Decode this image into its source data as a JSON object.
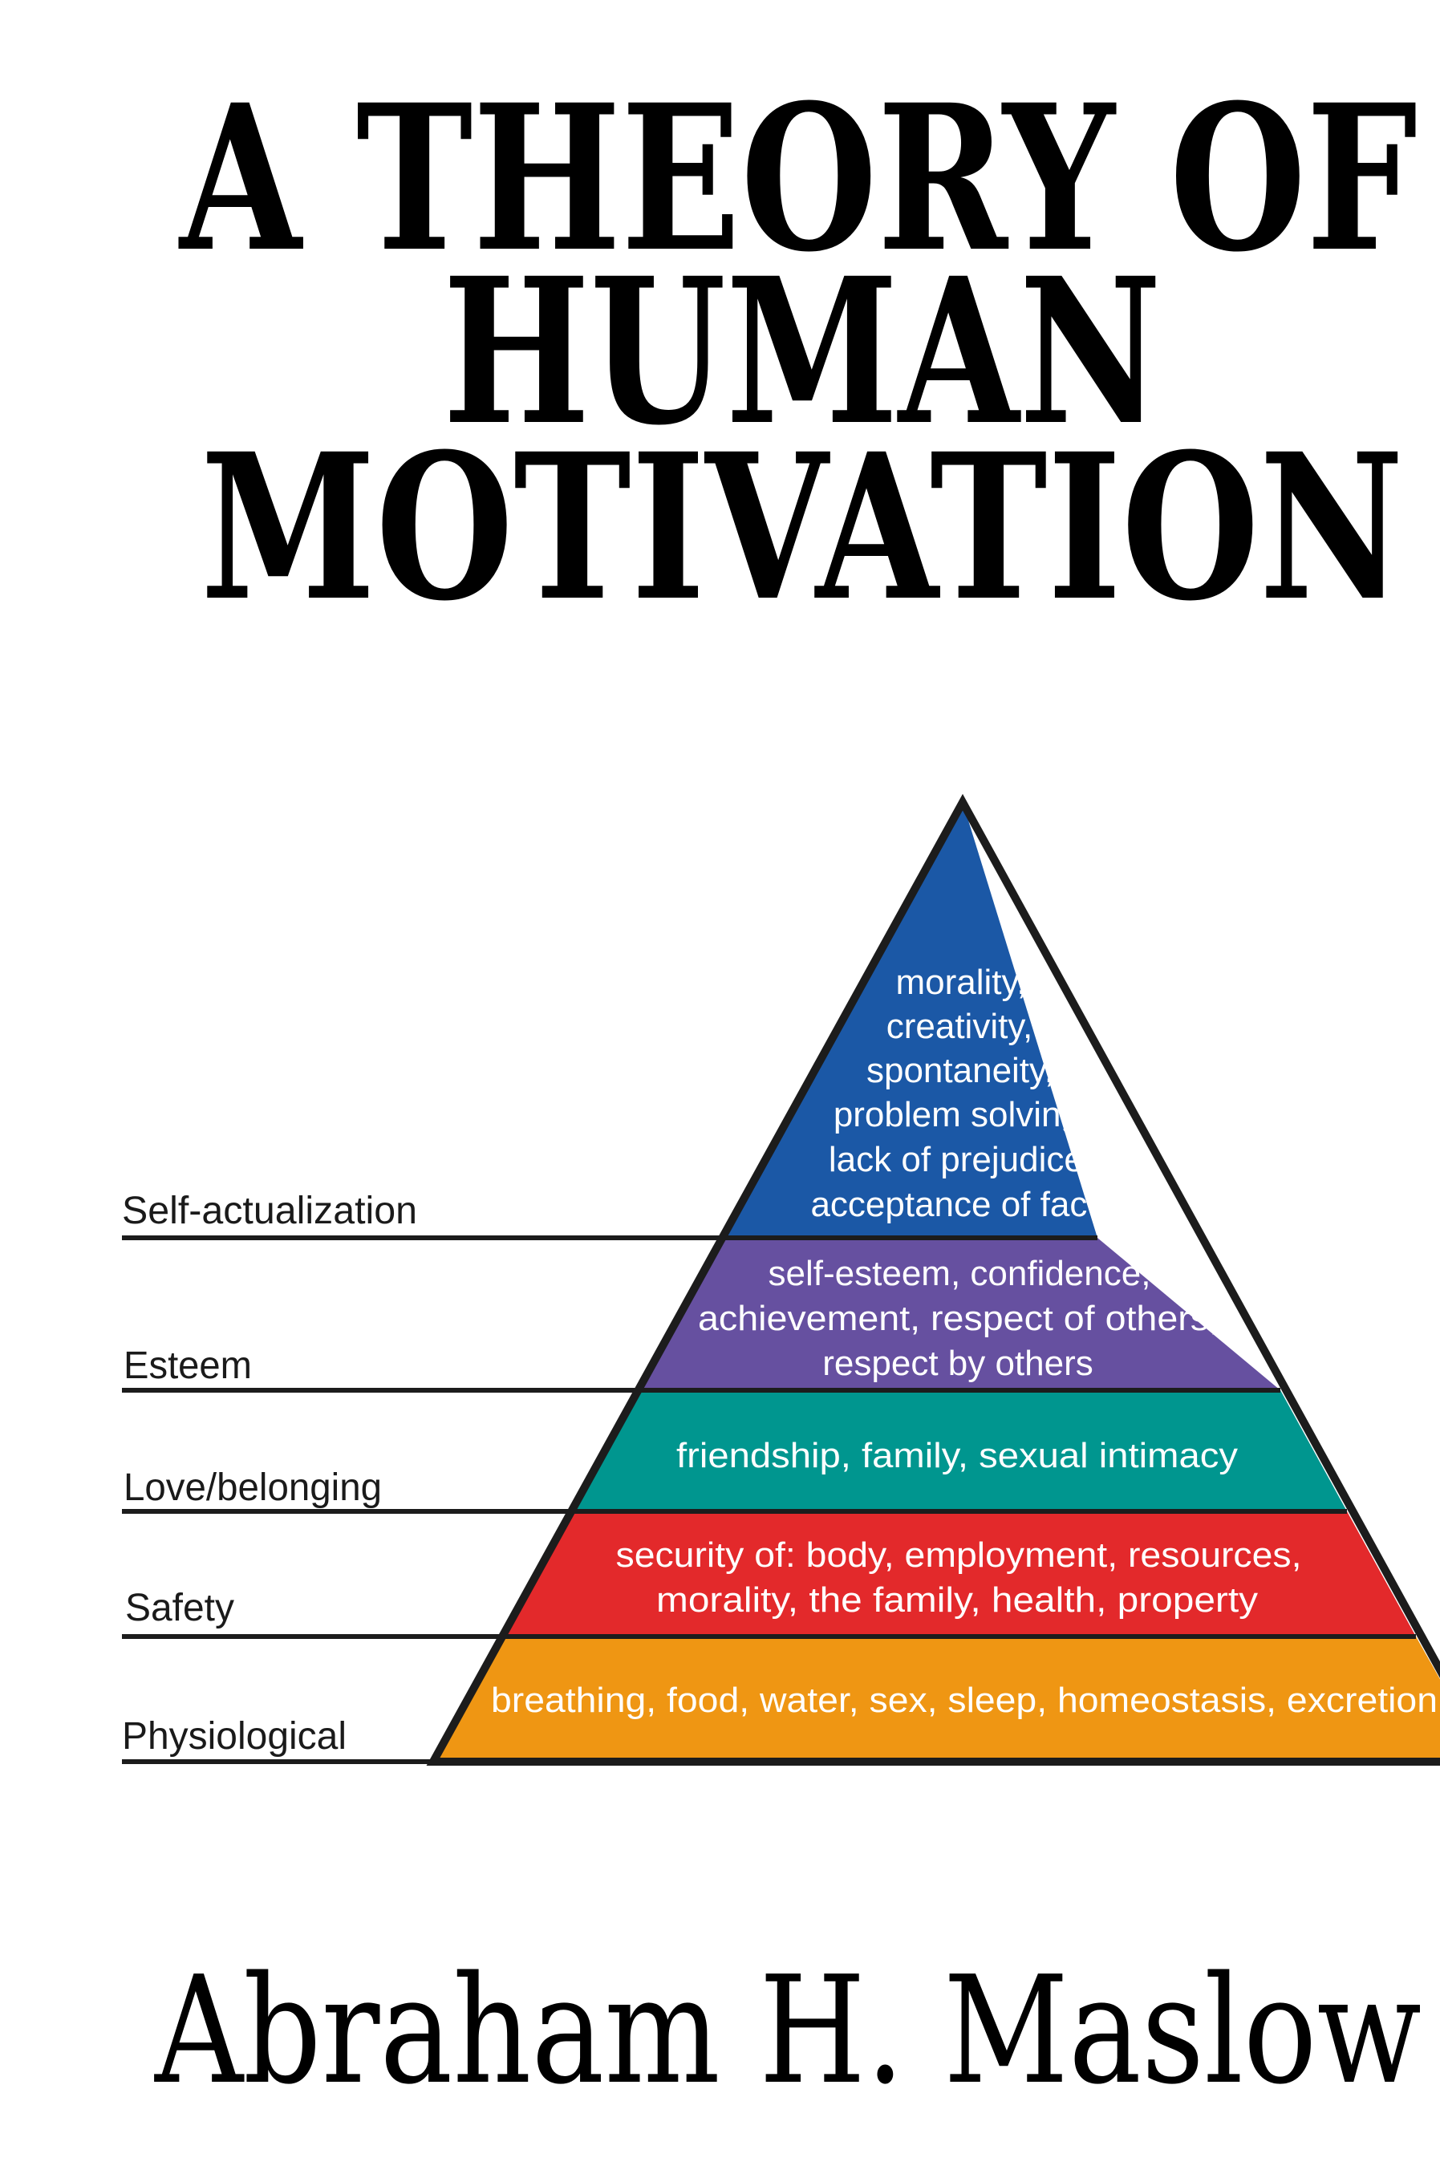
{
  "cover": {
    "title_lines": [
      "A THEORY OF",
      "HUMAN",
      "MOTIVATION"
    ],
    "author": "Abraham H. Maslow"
  },
  "pyramid": {
    "stroke_color": "#1c1c1c",
    "levels": [
      {
        "label": "Self-actualization",
        "color": "#1b58a6",
        "lines": [
          "morality,",
          "creativity,",
          "spontaneity,",
          "problem solving,",
          "lack of prejudice,",
          "acceptance of facts"
        ]
      },
      {
        "label": "Esteem",
        "color": "#6650a0",
        "lines": [
          "self-esteem, confidence,",
          "achievement, respect of others,",
          "respect by others"
        ]
      },
      {
        "label": "Love/belonging",
        "color": "#00968f",
        "lines": [
          "friendship, family, sexual intimacy"
        ]
      },
      {
        "label": "Safety",
        "color": "#e3292b",
        "lines": [
          "security of: body, employment, resources,",
          "morality, the family, health, property"
        ]
      },
      {
        "label": "Physiological",
        "color": "#ef9613",
        "lines": [
          "breathing, food, water, sex, sleep, homeostasis, excretion"
        ]
      }
    ]
  }
}
